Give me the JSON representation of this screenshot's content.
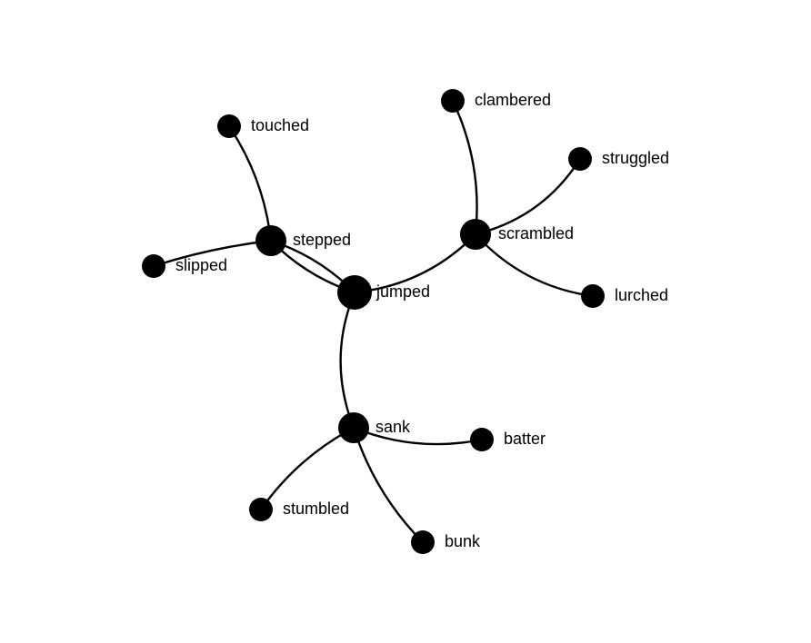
{
  "graph": {
    "nodes": [
      {
        "id": "jumped",
        "label": "jumped",
        "role": "hub"
      },
      {
        "id": "stepped",
        "label": "stepped",
        "role": "hub"
      },
      {
        "id": "scrambled",
        "label": "scrambled",
        "role": "hub"
      },
      {
        "id": "sank",
        "label": "sank",
        "role": "hub"
      },
      {
        "id": "touched",
        "label": "touched",
        "role": "leaf"
      },
      {
        "id": "slipped",
        "label": "slipped",
        "role": "leaf"
      },
      {
        "id": "clambered",
        "label": "clambered",
        "role": "leaf"
      },
      {
        "id": "struggled",
        "label": "struggled",
        "role": "leaf"
      },
      {
        "id": "lurched",
        "label": "lurched",
        "role": "leaf"
      },
      {
        "id": "batter",
        "label": "batter",
        "role": "leaf"
      },
      {
        "id": "stumbled",
        "label": "stumbled",
        "role": "leaf"
      },
      {
        "id": "bunk",
        "label": "bunk",
        "role": "leaf"
      }
    ],
    "edges": [
      {
        "source": "jumped",
        "target": "stepped"
      },
      {
        "source": "stepped",
        "target": "jumped"
      },
      {
        "source": "jumped",
        "target": "scrambled"
      },
      {
        "source": "jumped",
        "target": "sank"
      },
      {
        "source": "stepped",
        "target": "touched"
      },
      {
        "source": "stepped",
        "target": "slipped"
      },
      {
        "source": "scrambled",
        "target": "clambered"
      },
      {
        "source": "scrambled",
        "target": "struggled"
      },
      {
        "source": "scrambled",
        "target": "lurched"
      },
      {
        "source": "sank",
        "target": "batter"
      },
      {
        "source": "sank",
        "target": "stumbled"
      },
      {
        "source": "sank",
        "target": "bunk"
      }
    ],
    "colors": {
      "node": "#000000",
      "edge": "#000000",
      "label": "#000000",
      "background": "#ffffff"
    }
  }
}
